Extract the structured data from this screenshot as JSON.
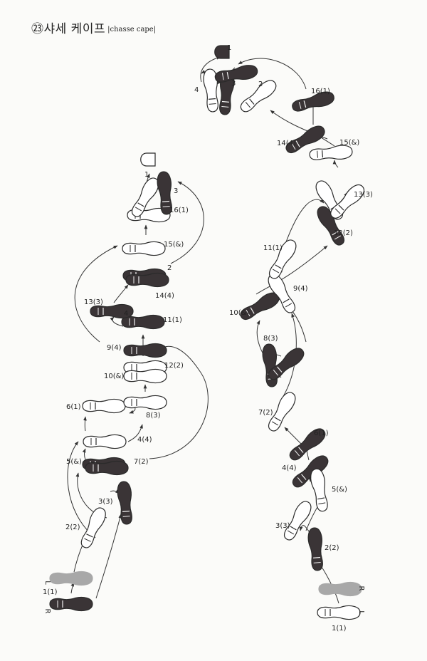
{
  "header": {
    "number": "㉓",
    "title_ko": "샤세 케이프",
    "title_en": "|chasse cape|"
  },
  "colors": {
    "dark": "#3a3436",
    "light": "#ffffff",
    "gray": "#a8a8a8",
    "stroke": "#2a2a2a"
  },
  "leader": {
    "side_labels": [
      "L",
      "R"
    ],
    "labels": [
      "1(1)",
      "2(2)",
      "3(3)",
      "4(4)",
      "5(&)",
      "6(1)",
      "7(2)",
      "8(3)",
      "9(4)",
      "10(&)",
      "11(1)",
      "12(2)",
      "13(3)",
      "14(4)",
      "15(&)",
      "16(1)",
      "1",
      "2",
      "3",
      "4"
    ]
  },
  "follower": {
    "side_labels": [
      "R",
      "L"
    ],
    "labels": [
      "1(1)",
      "2(2)",
      "3(3)",
      "4(4)",
      "5(&)",
      "6(1)",
      "7(2)",
      "8(3)",
      "9(4)",
      "10(&)",
      "11(1)",
      "12(2)",
      "13(3)",
      "14(4)",
      "15(&)",
      "16(1)",
      "1",
      "2",
      "3",
      "4"
    ]
  }
}
